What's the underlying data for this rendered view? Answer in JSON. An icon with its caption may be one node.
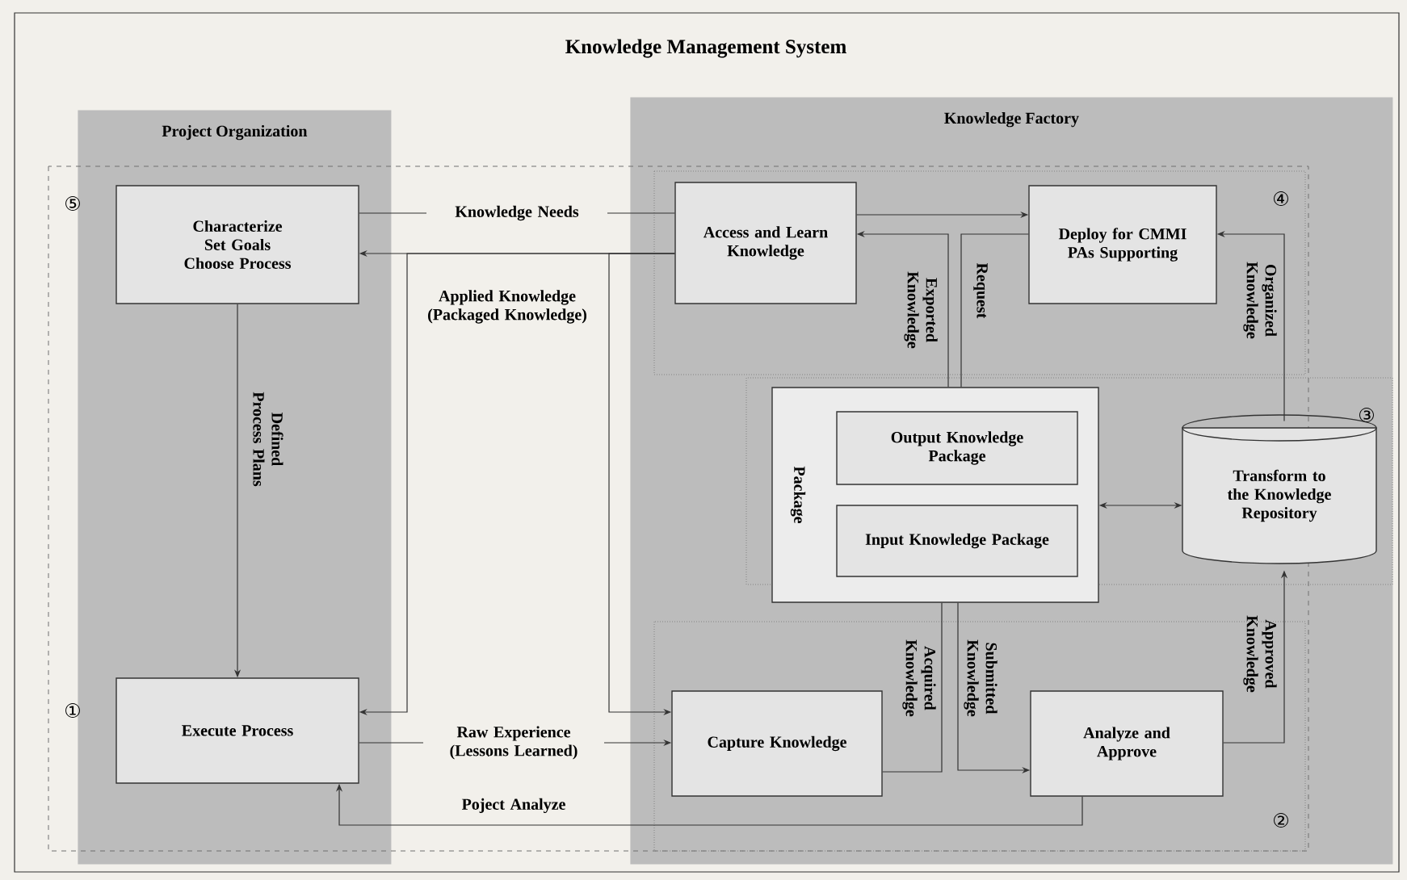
{
  "diagram": {
    "title": "Knowledge Management System",
    "nodes": [
      {
        "text": [
          "Project Organization"
        ]
      },
      {
        "text": [
          "Knowledge Factory"
        ]
      },
      {
        "text": [
          "Characterize Set Goals Choose Process"
        ],
        "in": 0
      },
      {
        "text": [
          "Access and Learn Knowledge"
        ],
        "in": 1
      },
      {
        "text": [
          "Deploy for CMMI PAs Supporting"
        ],
        "in": 1
      },
      {
        "text": [
          "Package"
        ],
        "in": 1
      },
      {
        "text": [
          "Output Knowledge Package"
        ],
        "in": 5
      },
      {
        "text": [
          "Input Knowledge Package"
        ],
        "in": 5
      },
      {
        "text": [
          "Transform to the Knowledge Repository"
        ],
        "in": 1
      },
      {
        "text": [
          "Execute Process"
        ],
        "in": 0
      },
      {
        "text": [
          "Capture Knowledge"
        ],
        "in": 1
      },
      {
        "text": [
          "Analyze and Approve"
        ],
        "in": 1
      }
    ],
    "edges": [
      {
        "from": 2,
        "to": 3,
        "arrow": "none",
        "label": "Knowledge Needs"
      },
      {
        "from": 3,
        "to": 2,
        "arrow": "to",
        "label": "Applied Knowledge (Packaged Knowledge)"
      },
      {
        "from": 3,
        "to": 9,
        "arrow": "to"
      },
      {
        "from": 3,
        "to": 10,
        "arrow": "to"
      },
      {
        "from": 2,
        "to": 9,
        "arrow": "to",
        "label": "Defined Process Plans"
      },
      {
        "from": 9,
        "to": 10,
        "arrow": "to",
        "label": "Raw Experience (Lessons Learned)"
      },
      {
        "from": 11,
        "to": 9,
        "arrow": "to",
        "label": "Poject Analyze"
      },
      {
        "from": 3,
        "to": 4,
        "arrow": "to"
      },
      {
        "from": 5,
        "to": 3,
        "arrow": "to",
        "label": "Exported Knowledge"
      },
      {
        "from": 4,
        "to": 5,
        "arrow": "none",
        "label": "Request"
      },
      {
        "from": 8,
        "to": 4,
        "arrow": "to",
        "label": "Organized Knowledge"
      },
      {
        "from": 5,
        "to": 8,
        "arrow": "both"
      },
      {
        "from": 10,
        "to": 5,
        "arrow": "none",
        "label": "Acquired Knowledge"
      },
      {
        "from": 5,
        "to": 11,
        "arrow": "to",
        "label": "Submitted Knowledge"
      },
      {
        "from": 11,
        "to": 8,
        "arrow": "to",
        "label": "Approved Knowledge"
      }
    ],
    "labels": [
      "⑤",
      "④",
      "③",
      "①",
      "②"
    ]
  }
}
